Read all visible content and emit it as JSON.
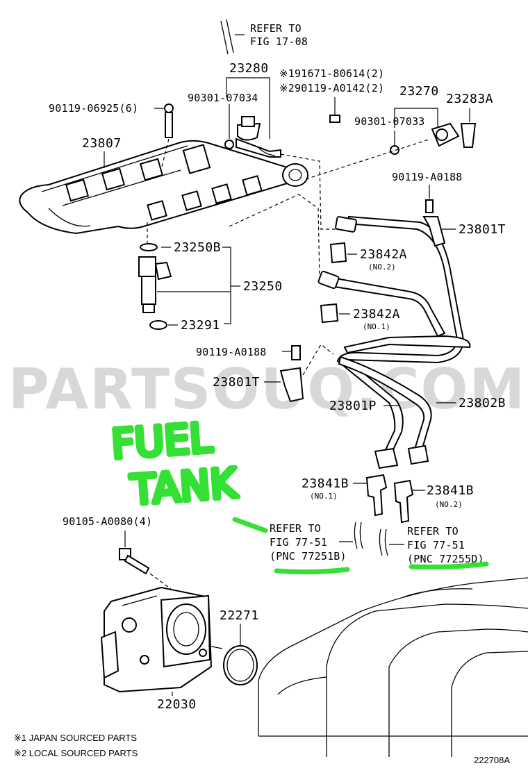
{
  "watermark": "PARTSOUQ.COM",
  "handwritten": {
    "line1": "FUEL",
    "line2": "TANK"
  },
  "refs": {
    "top": {
      "line1": "REFER TO",
      "line2": "FIG 17-08"
    },
    "left": {
      "line1": "REFER TO",
      "line2": "FIG 77-51",
      "line3": "(PNC 77251B)"
    },
    "right": {
      "line1": "REFER TO",
      "line2": "FIG 77-51",
      "line3": "(PNC 77255D)"
    }
  },
  "labels": {
    "p23280": "23280",
    "p191671": "※191671-80614(2)",
    "p290119": "※290119-A0142(2)",
    "p90301_left": "90301-07034",
    "p90119_06925": "90119-06925(6)",
    "p23270": "23270",
    "p23283A": "23283A",
    "p90301_right": "90301-07033",
    "p23807": "23807",
    "p90119_A0188_top": "90119-A0188",
    "p23801T_top": "23801T",
    "p23250B": "23250B",
    "p23842A_1": "23842A",
    "p23842A_1_sub": "(NO.2)",
    "p23250": "23250",
    "p23842A_2": "23842A",
    "p23842A_2_sub": "(NO.1)",
    "p23291": "23291",
    "p90119_A0188_mid": "90119-A0188",
    "p23801T_mid": "23801T",
    "p23801P": "23801P",
    "p23802B": "23802B",
    "p23841B_1": "23841B",
    "p23841B_1_sub": "(NO.1)",
    "p23841B_2": "23841B",
    "p23841B_2_sub": "(NO.2)",
    "p90105": "90105-A0080(4)",
    "p22271": "22271",
    "p22030": "22030"
  },
  "footnotes": {
    "note1": "※1 JAPAN SOURCED PARTS",
    "note2": "※2 LOCAL SOURCED PARTS"
  },
  "figure_code": "222708A",
  "colors": {
    "annotation": "#33e033",
    "watermark": "#b9b9b9"
  }
}
